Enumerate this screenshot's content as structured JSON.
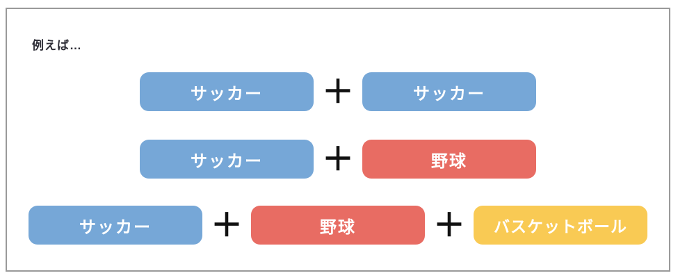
{
  "intro": {
    "label": "例えば…"
  },
  "plus_symbol": "＋",
  "colors": {
    "blue": "#76a7d7",
    "red": "#e86c63",
    "yellow": "#f9ca54",
    "plus": "#111111",
    "frame_border": "#9a9a9a",
    "chip_text": "#ffffff",
    "label_text": "#2d2d36"
  },
  "rows": [
    {
      "items": [
        {
          "label": "サッカー",
          "color": "blue"
        },
        {
          "label": "サッカー",
          "color": "blue"
        }
      ]
    },
    {
      "items": [
        {
          "label": "サッカー",
          "color": "blue"
        },
        {
          "label": "野球",
          "color": "red"
        }
      ]
    },
    {
      "items": [
        {
          "label": "サッカー",
          "color": "blue"
        },
        {
          "label": "野球",
          "color": "red"
        },
        {
          "label": "バスケットボール",
          "color": "yellow"
        }
      ]
    }
  ]
}
